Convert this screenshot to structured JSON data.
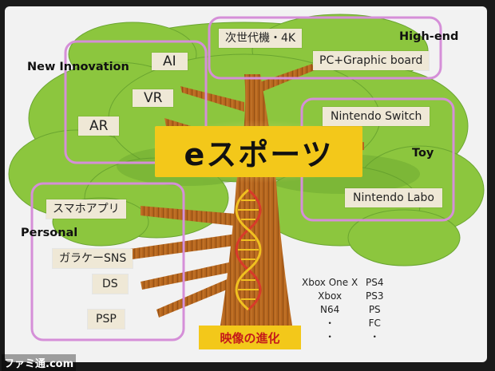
{
  "slide": {
    "title": "eスポーツ",
    "evolution_label": "映像の進化",
    "categories": {
      "high_end": "High-end",
      "new_innovation": "New Innovation",
      "toy": "Toy",
      "personal": "Personal"
    },
    "labels": {
      "next_gen_4k": "次世代機・4K",
      "pc_graphic": "PC+Graphic board",
      "ai": "AI",
      "vr": "VR",
      "ar": "AR",
      "nintendo_switch": "Nintendo Switch",
      "nintendo_labo": "Nintendo Labo",
      "smartphone_app": "スマホアプリ",
      "garake_sns": "ガラケーSNS",
      "ds": "DS",
      "psp": "PSP"
    },
    "xbox_column": [
      "Xbox One X",
      "Xbox",
      "N64",
      "・",
      "・"
    ],
    "ps_column": [
      "PS4",
      "PS3",
      "PS",
      "FC",
      "・"
    ],
    "watermark": "ファミ通.com"
  },
  "colors": {
    "foliage": "#8cc63e",
    "foliage_dark": "#5f9a2b",
    "trunk": "#b5651d",
    "frame": "#d58fd8",
    "title_bg": "#f3c81a",
    "evolution_text": "#c41a1a",
    "dna_red": "#d83a2a",
    "dna_yellow": "#f0c020"
  }
}
